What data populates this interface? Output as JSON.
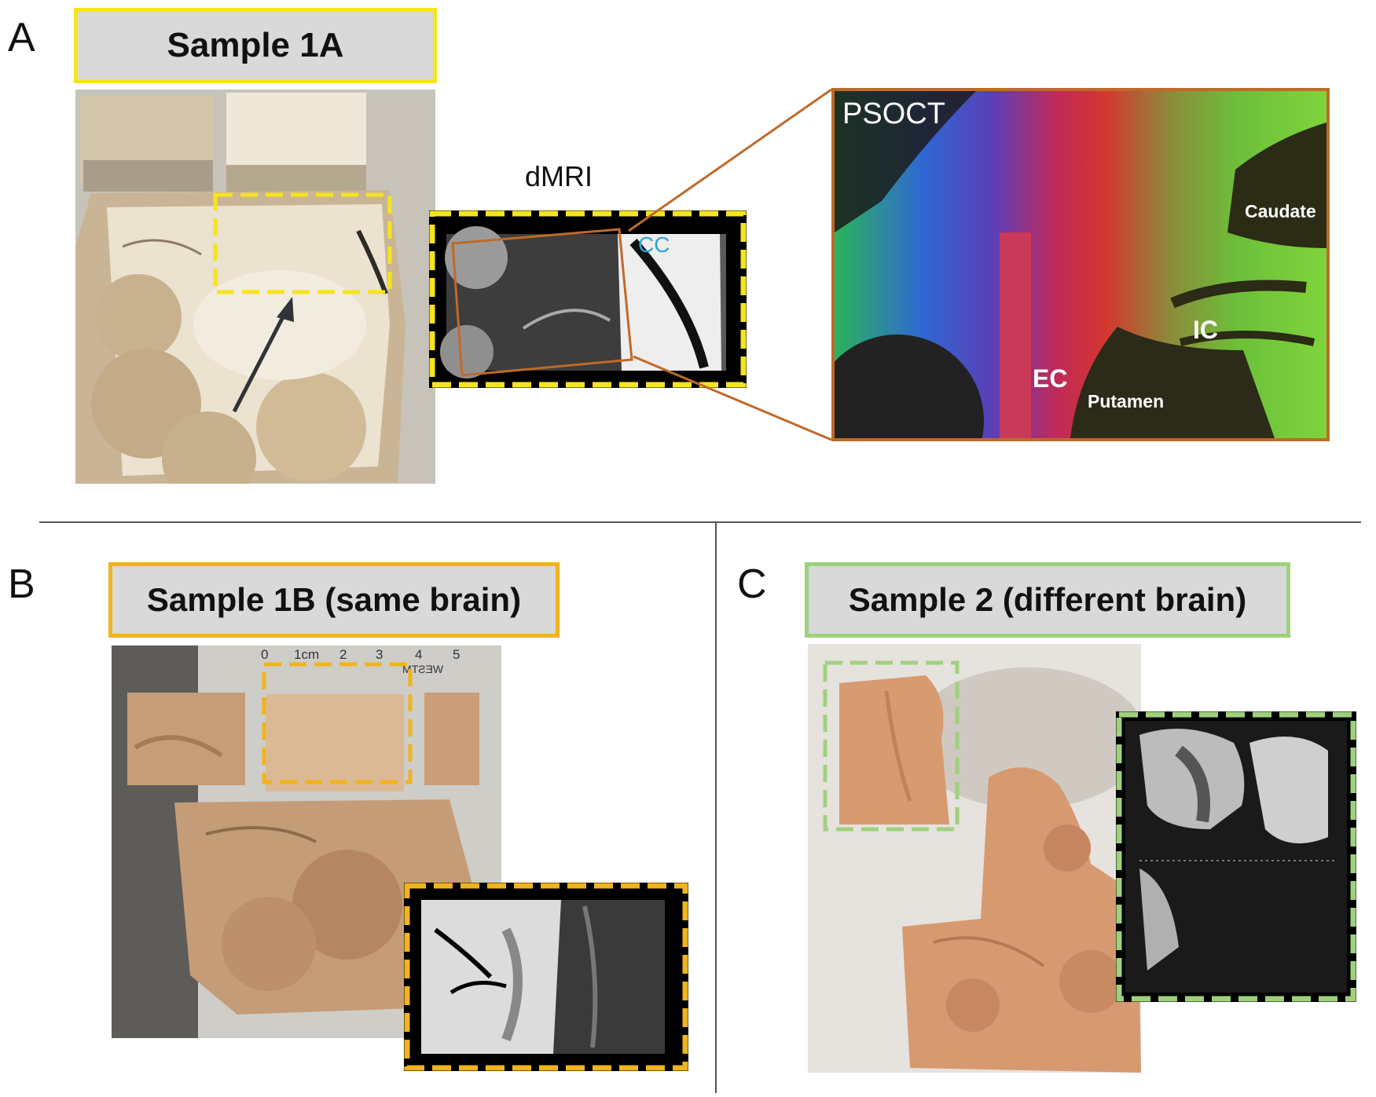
{
  "panels": {
    "a": {
      "letter": "A",
      "title": "Sample 1A",
      "dmri_label": "dMRI",
      "cc_label": "CC",
      "psoct_label": "PSOCT",
      "structures": {
        "caudate": "Caudate",
        "ic": "IC",
        "ec": "EC",
        "putamen": "Putamen"
      }
    },
    "b": {
      "letter": "B",
      "title": "Sample 1B (same brain)",
      "ruler": [
        "0",
        "1cm",
        "2",
        "3",
        "4",
        "5"
      ],
      "ruler_text": "WESTM"
    },
    "c": {
      "letter": "C",
      "title": "Sample 2 (different brain)"
    }
  },
  "colors": {
    "sample_1a": "#f5e51c",
    "sample_1b": "#f0b41c",
    "sample_2": "#9fd17c",
    "zoom_box": "#c0692a",
    "cc_text": "#2aa7d8"
  }
}
